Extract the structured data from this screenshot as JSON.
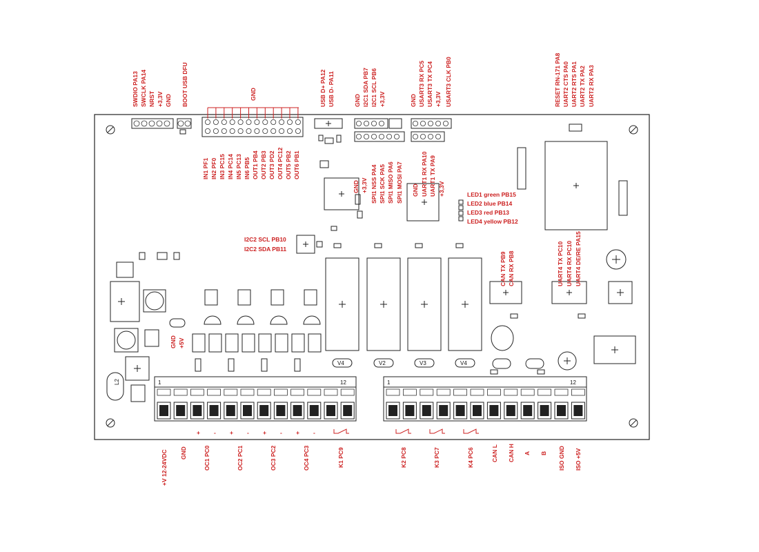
{
  "top_labels": {
    "swd": [
      "SWDIO PA13",
      "SWCLK PA14",
      "NRST",
      "+3,3V",
      "GND"
    ],
    "boot": "BOOT USB DFU",
    "gnd_bus": "GND",
    "usb": [
      "USB D+ PA12",
      "USB D- PA11"
    ],
    "i2c1": [
      "GND",
      "I2C1 SDA PB7",
      "I2C1 SCL PB6",
      "+3,3V"
    ],
    "usart3": [
      "GND",
      "USART3 RX PC5",
      "USART3 TX PC4",
      "+3,3V",
      "USART3 CLK PB0"
    ],
    "uart2": [
      "RESET RN-171 PA8",
      "UART2 CTS PA0",
      "UART2 RTS PA1",
      "UART2 TX PA2",
      "UART2 RX PA3"
    ]
  },
  "inputs_outputs": [
    "IN1 PF1",
    "IN2 PF0",
    "IN3 PC15",
    "IN4 PC14",
    "IN5 PC13",
    "IN6 PB5",
    "OUT1 PB4",
    "OUT2 PB3",
    "OUT3 PD2",
    "OUT4 PC12",
    "OUT5 PB2",
    "OUT6 PB1"
  ],
  "mcu_labels": [
    "GND",
    "+3,3V"
  ],
  "spi1": [
    "SPI1 NSS PA4",
    "SPI1 SCK PA5",
    "SPI1 MISO PA6",
    "SPI1 MOSI PA7"
  ],
  "uart1": [
    "GND",
    "UART1 RX PA10",
    "UART1 TX PA9",
    "+3,3V"
  ],
  "leds": [
    "LED1 green PB15",
    "LED2 blue PB14",
    "LED3 red PB13",
    "LED4 yellow PB12"
  ],
  "i2c2": [
    "I2C2 SCL PB10",
    "I2C2 SDA PB11"
  ],
  "can": [
    "CAN TX PB9",
    "CAN RX PB8"
  ],
  "uart4": [
    "UART4 TX PC10",
    "UART4 RX PC10",
    "UART4 DE/RE PA15"
  ],
  "power_header": [
    "GND",
    "+5V"
  ],
  "inductor": "L2",
  "relays": [
    "V4",
    "V2",
    "V3",
    "V4"
  ],
  "terminal_left": {
    "first": "1",
    "last": "12"
  },
  "terminal_right": {
    "first": "1",
    "last": "12"
  },
  "polarity": [
    "+",
    "-",
    "+",
    "-",
    "+",
    "-",
    "+",
    "-"
  ],
  "bottom_left": [
    "+V 12-24VDC",
    "GND",
    "OC1 PC0",
    "OC2 PC1",
    "OC3 PC2",
    "OC4 PC3",
    "K1 PC9"
  ],
  "bottom_right": [
    "K2 PC8",
    "K3 PC7",
    "K4 PC6",
    "CAN L",
    "CAN H",
    "A",
    "B",
    "ISO GND",
    "ISO +5V"
  ],
  "colors": {
    "label": "#cc1f1f",
    "outline": "#222222"
  }
}
